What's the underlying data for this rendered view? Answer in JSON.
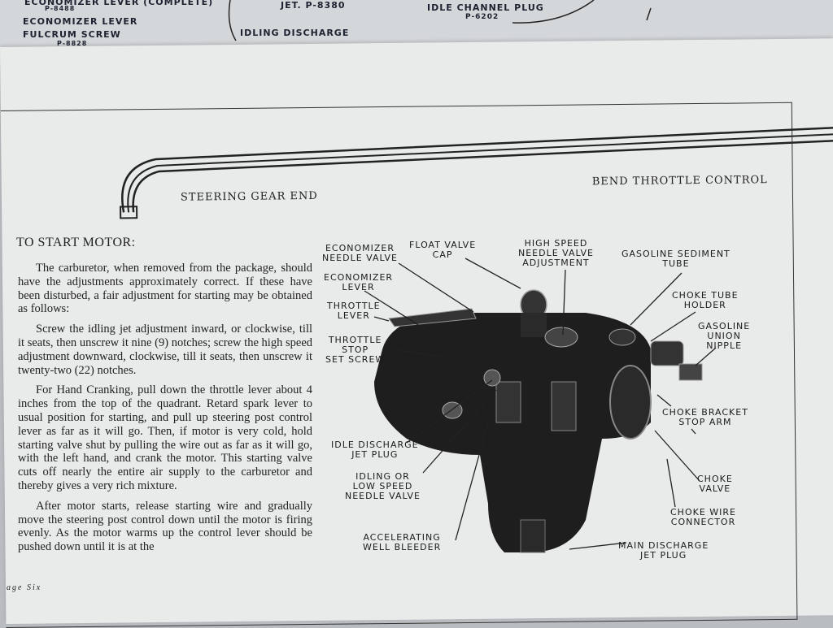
{
  "underlying_sheet": {
    "labels": [
      "ECONOMIZER LEVER (COMPLETE)",
      "P-8488",
      "ECONOMIZER LEVER",
      "FULCRUM SCREW",
      "P-8828",
      "JET. P-8380",
      "IDLING DISCHARGE",
      "IDLE CHANNEL PLUG",
      "P-6202"
    ]
  },
  "illustration": {
    "steering_gear_end": "STEERING GEAR END",
    "bend_throttle_control": "BEND THROTTLE CONTROL"
  },
  "article": {
    "heading": "TO START MOTOR:",
    "paragraphs": [
      "The carburetor, when removed from the package, should have the adjustments approximately correct. If these have been disturbed, a fair adjustment for starting may be obtained as follows:",
      "Screw the idling jet adjustment inward, or clockwise, till it seats, then unscrew it nine (9) notches; screw the high speed adjustment downward, clockwise, till it seats, then unscrew it twenty-two (22) notches.",
      "For Hand Cranking, pull down the throttle lever about 4 inches from the top of the quadrant. Retard spark lever to usual position for starting, and pull up steering post control lever as far as it will go. Then, if motor is very cold, hold starting valve shut by pulling the wire out as far as it will go, with the left hand, and crank the motor. This starting valve cuts off nearly the entire air supply to the carburetor and thereby gives a very rich mixture.",
      "After motor starts, release starting wire and gradually move the steering post control down until the motor is firing evenly. As the motor warms up the control lever should be pushed down until it is at the"
    ]
  },
  "carburetor_labels": {
    "economizer_needle_valve": "ECONOMIZER\nNEEDLE VALVE",
    "float_valve_cap": "FLOAT VALVE\nCAP",
    "high_speed_needle_valve": "HIGH SPEED\nNEEDLE VALVE\nADJUSTMENT",
    "gasoline_sediment_tube": "GASOLINE SEDIMENT\nTUBE",
    "economizer_lever": "ECONOMIZER\nLEVER",
    "throttle_lever": "THROTTLE\nLEVER",
    "choke_tube_holder": "CHOKE TUBE\nHOLDER",
    "gasoline_union_nipple": "GASOLINE\nUNION\nNIPPLE",
    "throttle_stop_set_screw": "THROTTLE\nSTOP\nSET SCREW",
    "choke_bracket_stop_arm": "CHOKE BRACKET\nSTOP ARM",
    "idle_discharge_jet_plug": "IDLE DISCHARGE\nJET PLUG",
    "idling_low_speed_needle_valve": "IDLING OR\nLOW SPEED\nNEEDLE VALVE",
    "choke_valve": "CHOKE\nVALVE",
    "choke_wire_connector": "CHOKE WIRE\nCONNECTOR",
    "accelerating_well_bleeder": "ACCELERATING\nWELL BLEEDER",
    "main_discharge_jet_plug": "MAIN DISCHARGE\nJET PLUG"
  },
  "footer": {
    "page_label": "age Six"
  }
}
